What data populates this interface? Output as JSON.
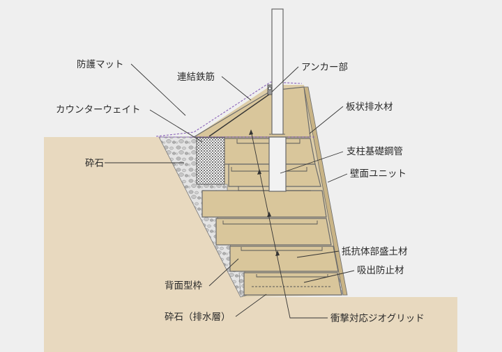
{
  "diagram": {
    "labels": {
      "protection_mat": "防護マット",
      "tie_rebar": "連結鉄筋",
      "anchor_part": "アンカー部",
      "counterweight": "カウンターウェイト",
      "plate_drain": "板状排水材",
      "crushed_stone": "砕石",
      "pole_steel_pipe": "支柱基礎鋼管",
      "wall_unit": "壁面ユニット",
      "resistance_fill": "抵抗体部盛土材",
      "absorption_prevention": "吸出防止材",
      "back_formwork": "背面型枠",
      "crushed_stone_drain": "砕石（排水層）",
      "impact_geogrid": "衝撃対応ジオグリッド"
    },
    "colors": {
      "background": "#efefef",
      "ground": "#e8d9bf",
      "fill": "#ddcda8",
      "wall_unit": "#d9c69b",
      "outline": "#555555",
      "pipe": "#f2f2f2",
      "dashed_mat": "#8a62b8",
      "gravel": "#bfbfbf"
    }
  }
}
